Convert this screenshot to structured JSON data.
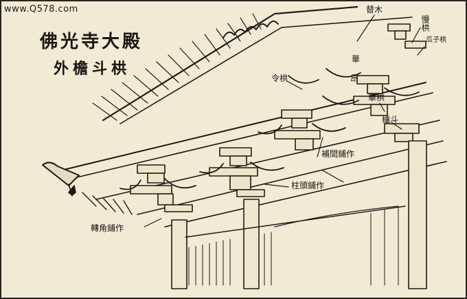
{
  "watermark": "www.Q578.com",
  "title_line1": "佛光寺大殿",
  "title_line2": "外檐斗栱",
  "labels": {
    "ti_mu": "替木",
    "man_gong": "慢栱",
    "ling_gong": "令栱",
    "hua": "華",
    "ang": "昂",
    "hua_gong": "華栱",
    "lu_dou": "櫨斗",
    "qie_zi": "瓜子栱",
    "bu_jian": "補間鋪作",
    "zhu_tou": "柱頭鋪作",
    "zhuan_jiao": "轉角鋪作"
  },
  "colors": {
    "paper": "#f3ead6",
    "ink": "#1e1914"
  }
}
